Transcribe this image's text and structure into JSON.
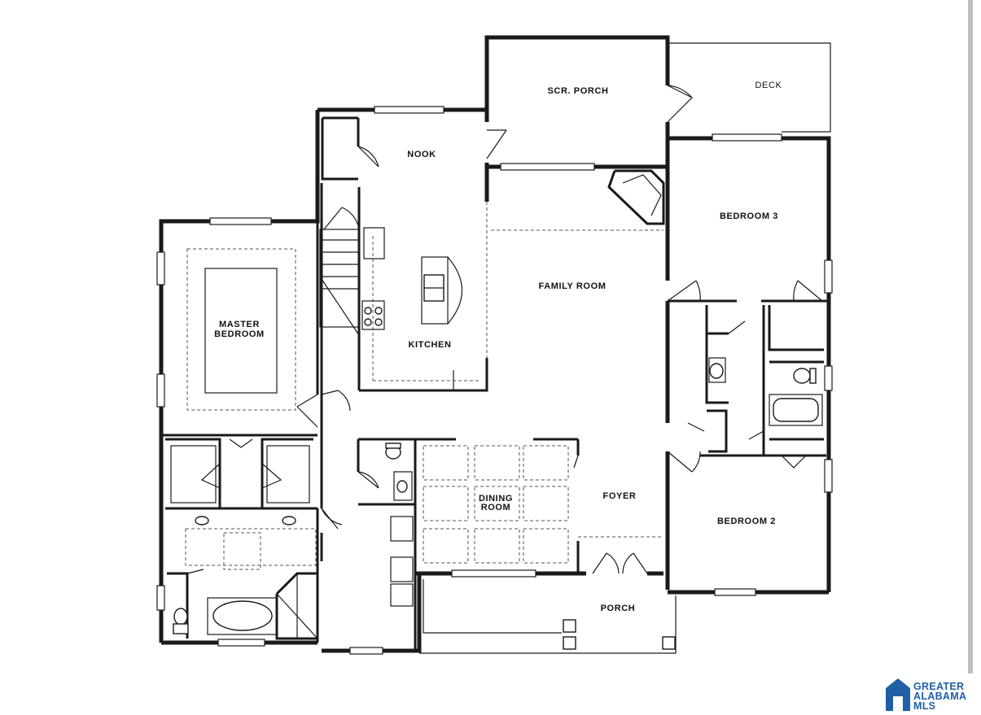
{
  "rooms": {
    "scr_porch": "SCR. PORCH",
    "deck": "DECK",
    "nook": "NOOK",
    "bedroom3": "BEDROOM 3",
    "family_room": "FAMILY ROOM",
    "master_bedroom_line1": "MASTER",
    "master_bedroom_line2": "BEDROOM",
    "kitchen": "KITCHEN",
    "dining_line1": "DINING",
    "dining_line2": "ROOM",
    "foyer": "FOYER",
    "bedroom2": "BEDROOM 2",
    "porch": "PORCH"
  },
  "logo": {
    "line1": "GREATER",
    "line2": "ALABAMA",
    "line3": "MLS",
    "color": "#1f5fa5"
  },
  "colors": {
    "walls": "#1a1a1a",
    "background": "#ffffff"
  }
}
